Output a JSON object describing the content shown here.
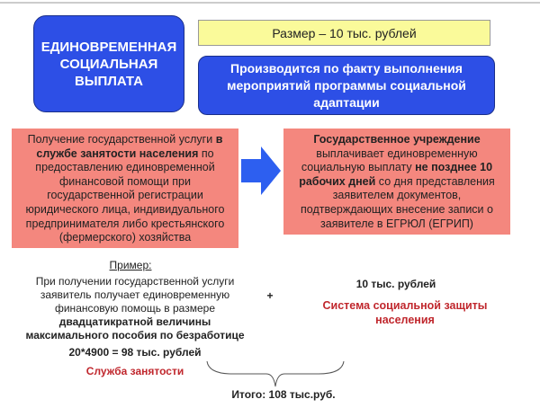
{
  "title": "ЕДИНОВРЕМЕННАЯ СОЦИАЛЬНАЯ ВЫПЛАТА",
  "size_label": "Размер – 10 тыс. рублей",
  "condition": "Производится по факту выполнения мероприятий программы социальной адаптации",
  "left_box": {
    "t1": "Получение государственной услуги ",
    "b1": "в службе занятости населения",
    "t2": " по предоставлению единовременной финансовой помощи при государственной регистрации юридического лица, индивидуального предпринимателя либо крестьянского (фермерского) хозяйства"
  },
  "right_box": {
    "b1": "Государственное учреждение",
    "t1": " выплачивает единовременную социальную выплату ",
    "b2": "не позднее 10 рабочих дней",
    "t2": " со дня представления заявителем документов, подтверждающих внесение записи о заявителе в ЕГРЮЛ (ЕГРИП)"
  },
  "example": {
    "heading": "Пример:",
    "text": "При получении государственной услуги заявитель получает единовременную финансовую помощь в размере",
    "bold": "двадцатикратной величины максимального пособия по безработице",
    "calc": "20*4900 = 98 тыс. рублей",
    "source": "Служба занятости"
  },
  "plus": "+",
  "second": {
    "amount": "10 тыс. рублей",
    "source": "Система социальной защиты населения"
  },
  "total": "Итого: 108 тыс.руб.",
  "colors": {
    "blue": "#2d4fe6",
    "pink": "#f4877e",
    "yellow": "#fafa9a",
    "red": "#c0272d"
  }
}
